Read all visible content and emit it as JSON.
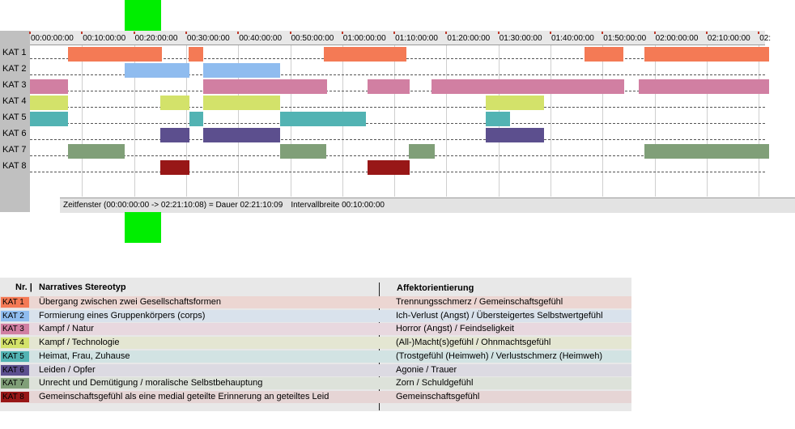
{
  "timeline": {
    "tick_labels": [
      "00:00:00:00",
      "00:10:00:00",
      "00:20:00:00",
      "00:30:00:00",
      "00:40:00:00",
      "00:50:00:00",
      "01:00:00:00",
      "01:10:00:00",
      "01:20:00:00",
      "01:30:00:00",
      "01:40:00:00",
      "01:50:00:00",
      "02:00:00:00",
      "02:10:00:00",
      "02:"
    ],
    "tick_interval_minutes": 10,
    "rows": [
      {
        "label": "KAT 1",
        "color": "#f47a55",
        "segments": [
          [
            7.3,
            25.3
          ],
          [
            30.5,
            33.3
          ],
          [
            56.5,
            72.3
          ],
          [
            106.5,
            114.0
          ],
          [
            118.0,
            142
          ]
        ]
      },
      {
        "label": "KAT 2",
        "color": "#8fbcef",
        "segments": [
          [
            18.2,
            30.7
          ],
          [
            33.3,
            48.0
          ]
        ]
      },
      {
        "label": "KAT 3",
        "color": "#d17fa2",
        "segments": [
          [
            0,
            7.3
          ],
          [
            33.3,
            57.0
          ],
          [
            64.8,
            73.0
          ],
          [
            77.2,
            114.2
          ],
          [
            117.0,
            142
          ]
        ]
      },
      {
        "label": "KAT 4",
        "color": "#d3e26a",
        "segments": [
          [
            0,
            7.3
          ],
          [
            25.0,
            30.7
          ],
          [
            33.3,
            48.0
          ],
          [
            87.5,
            98.8
          ]
        ]
      },
      {
        "label": "KAT 5",
        "color": "#52b3b3",
        "segments": [
          [
            0,
            7.3
          ],
          [
            30.7,
            33.3
          ],
          [
            48.0,
            64.5
          ],
          [
            87.5,
            92.3
          ]
        ]
      },
      {
        "label": "KAT 6",
        "color": "#5c4f8e",
        "segments": [
          [
            25.0,
            30.7
          ],
          [
            33.3,
            48.0
          ],
          [
            87.5,
            98.8
          ]
        ]
      },
      {
        "label": "KAT 7",
        "color": "#809f78",
        "segments": [
          [
            7.3,
            18.2
          ],
          [
            48.0,
            56.9
          ],
          [
            72.8,
            77.8
          ],
          [
            118.0,
            142
          ]
        ]
      },
      {
        "label": "KAT 8",
        "color": "#981717",
        "segments": [
          [
            25.0,
            30.7
          ],
          [
            64.8,
            73.0
          ]
        ]
      }
    ],
    "status": {
      "window": "Zeitfenster (00:00:00:00 -> 02:21:10:08) = Dauer 02:21:10:09",
      "interval": "Intervallbreite 00:10:00:00"
    }
  },
  "legend": {
    "header_nr": "Nr. |",
    "header_stereotype": "Narratives Stereotyp",
    "header_affekt": "Affektorientierung",
    "rows": [
      {
        "nr": "KAT 1",
        "color": "#f47a55",
        "row_bg": "#ecd6d2",
        "stereotype": "Übergang zwischen zwei Gesellschaftsformen",
        "affekt": "Trennungsschmerz / Gemeinschaftsgefühl"
      },
      {
        "nr": "KAT 2",
        "color": "#8fbcef",
        "row_bg": "#d9e2ec",
        "stereotype": "Formierung eines Gruppenkörpers (corps)",
        "affekt": "Ich-Verlust (Angst) / Übersteigertes Selbstwertgefühl"
      },
      {
        "nr": "KAT 3",
        "color": "#d17fa2",
        "row_bg": "#e8d8df",
        "stereotype": "Kampf / Natur",
        "affekt": "Horror (Angst) / Feindseligkeit"
      },
      {
        "nr": "KAT 4",
        "color": "#d3e26a",
        "row_bg": "#e4e6d2",
        "stereotype": "Kampf / Technologie",
        "affekt": "(All-)Macht(s)gefühl / Ohnmachtsgefühl"
      },
      {
        "nr": "KAT 5",
        "color": "#52b3b3",
        "row_bg": "#d2e3e3",
        "stereotype": "Heimat, Frau, Zuhause",
        "affekt": "(Trostgefühl (Heimweh) / Verlustschmerz (Heimweh)"
      },
      {
        "nr": "KAT 6",
        "color": "#5c4f8e",
        "row_bg": "#dcdae2",
        "stereotype": "Leiden / Opfer",
        "affekt": "Agonie / Trauer"
      },
      {
        "nr": "KAT 7",
        "color": "#809f78",
        "row_bg": "#dde2da",
        "stereotype": "Unrecht und Demütigung / moralische Selbstbehauptung",
        "affekt": "Zorn / Schuldgefühl"
      },
      {
        "nr": "KAT 8",
        "color": "#981717",
        "row_bg": "#e6d5d5",
        "stereotype": "Gemeinschaftsgefühl als eine medial geteilte Erinnerung an geteiltes Leid",
        "affekt": "Gemeinschaftsgefühl"
      }
    ]
  }
}
